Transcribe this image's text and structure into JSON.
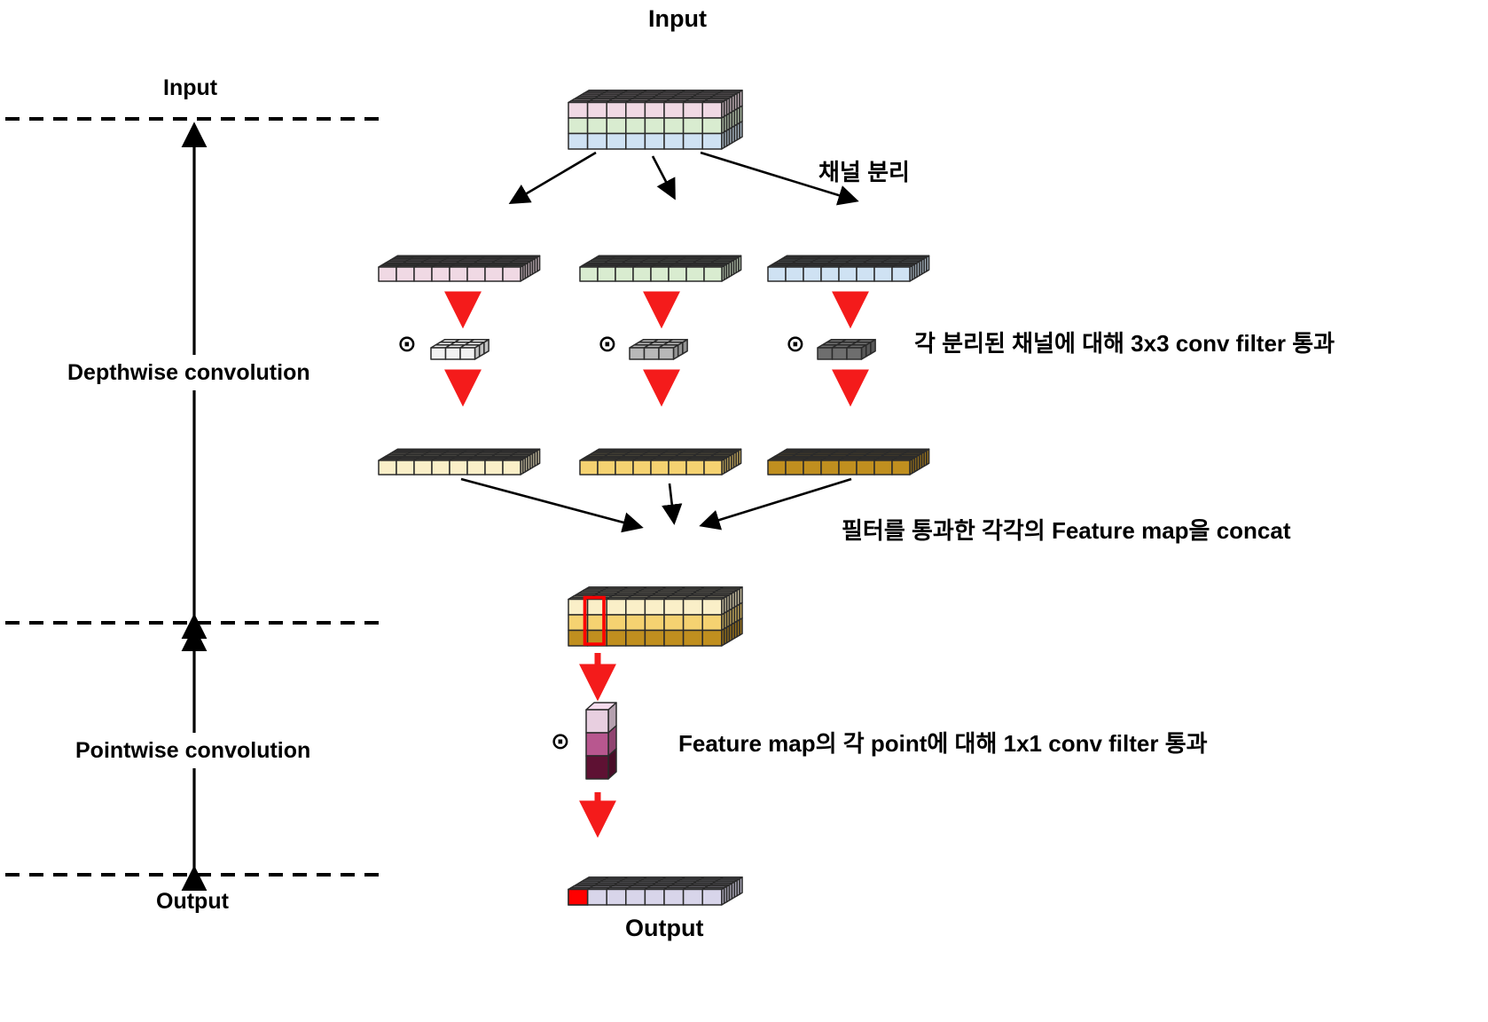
{
  "diagram": {
    "title_top": "Input",
    "title_bottom": "Output",
    "axis_labels": {
      "input": "Input",
      "depthwise": "Depthwise convolution",
      "pointwise": "Pointwise convolution",
      "output": "Output"
    },
    "annotations": {
      "channel_split": "채널 분리",
      "depthwise_filter": "각 분리된 채널에 대해 3x3 conv filter 통과",
      "concat": "필터를 통과한 각각의 Feature map을 concat",
      "pointwise_filter": "Feature map의 각 point에 대해 1x1 conv filter 통과"
    },
    "operator_symbol": "⊙",
    "colors": {
      "input_layer_top": "#f0d9e4",
      "input_layer_mid": "#d9ecd0",
      "input_layer_bottom": "#cfe2f3",
      "feature_light": "#faefc8",
      "feature_mid": "#f5d271",
      "feature_dark": "#c08f1f",
      "filter_light": "#f2f2f2",
      "filter_mid": "#b8b8b8",
      "filter_dark": "#6e6e6e",
      "output_cells": "#d8d5ea",
      "highlight_red": "#ff0000",
      "arrow_red": "#f41b1b",
      "arrow_black": "#000000",
      "point_filter_top": "#e8cfe0",
      "point_filter_mid": "#b8578f",
      "point_filter_bottom": "#5e1133"
    },
    "grid": {
      "map_cols": 8,
      "map_rows": 8,
      "filter_cols": 3,
      "filter_rows": 3,
      "stack_layers": 3
    },
    "blocks": [
      {
        "name": "input-volume",
        "layers": 3,
        "cols": 8,
        "rows": 8
      },
      {
        "name": "channel-pink",
        "layers": 1,
        "cols": 8,
        "rows": 8
      },
      {
        "name": "channel-green",
        "layers": 1,
        "cols": 8,
        "rows": 8
      },
      {
        "name": "channel-blue",
        "layers": 1,
        "cols": 8,
        "rows": 8
      },
      {
        "name": "filter-1",
        "layers": 1,
        "cols": 3,
        "rows": 3
      },
      {
        "name": "filter-2",
        "layers": 1,
        "cols": 3,
        "rows": 3
      },
      {
        "name": "filter-3",
        "layers": 1,
        "cols": 3,
        "rows": 3
      },
      {
        "name": "featuremap-light",
        "layers": 1,
        "cols": 8,
        "rows": 8
      },
      {
        "name": "featuremap-mid",
        "layers": 1,
        "cols": 8,
        "rows": 8
      },
      {
        "name": "featuremap-dark",
        "layers": 1,
        "cols": 8,
        "rows": 8
      },
      {
        "name": "concat-volume",
        "layers": 3,
        "cols": 8,
        "rows": 8
      },
      {
        "name": "pointwise-filter",
        "layers": 3,
        "cols": 1,
        "rows": 1
      },
      {
        "name": "output-map",
        "layers": 1,
        "cols": 8,
        "rows": 8
      }
    ]
  }
}
